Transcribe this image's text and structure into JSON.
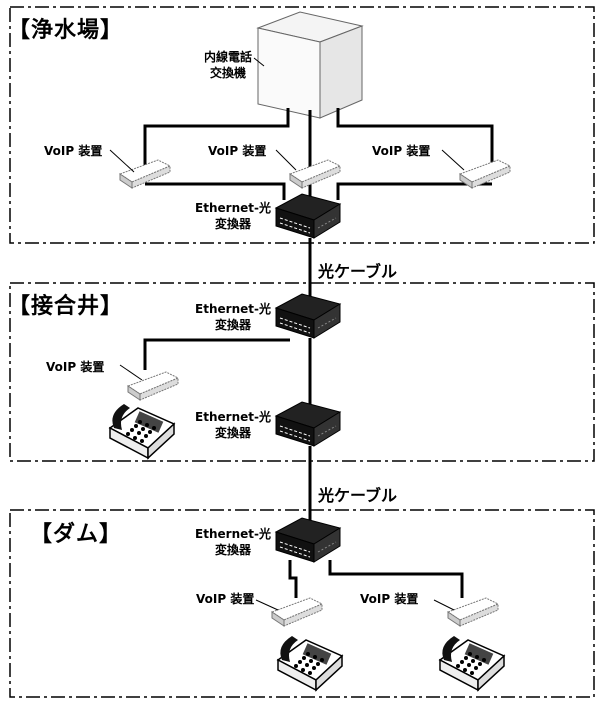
{
  "zones": {
    "water_plant": {
      "title": "【浄水場】"
    },
    "junction_well": {
      "title": "【接合井】"
    },
    "dam": {
      "title": "【ダム】"
    }
  },
  "labels": {
    "pbx_line1": "内線電話",
    "pbx_line2": "交換機",
    "voip": "VoIP 装置",
    "converter_line1": "Ethernet-光",
    "converter_line2": "変換器",
    "fiber_cable": "光ケーブル"
  }
}
